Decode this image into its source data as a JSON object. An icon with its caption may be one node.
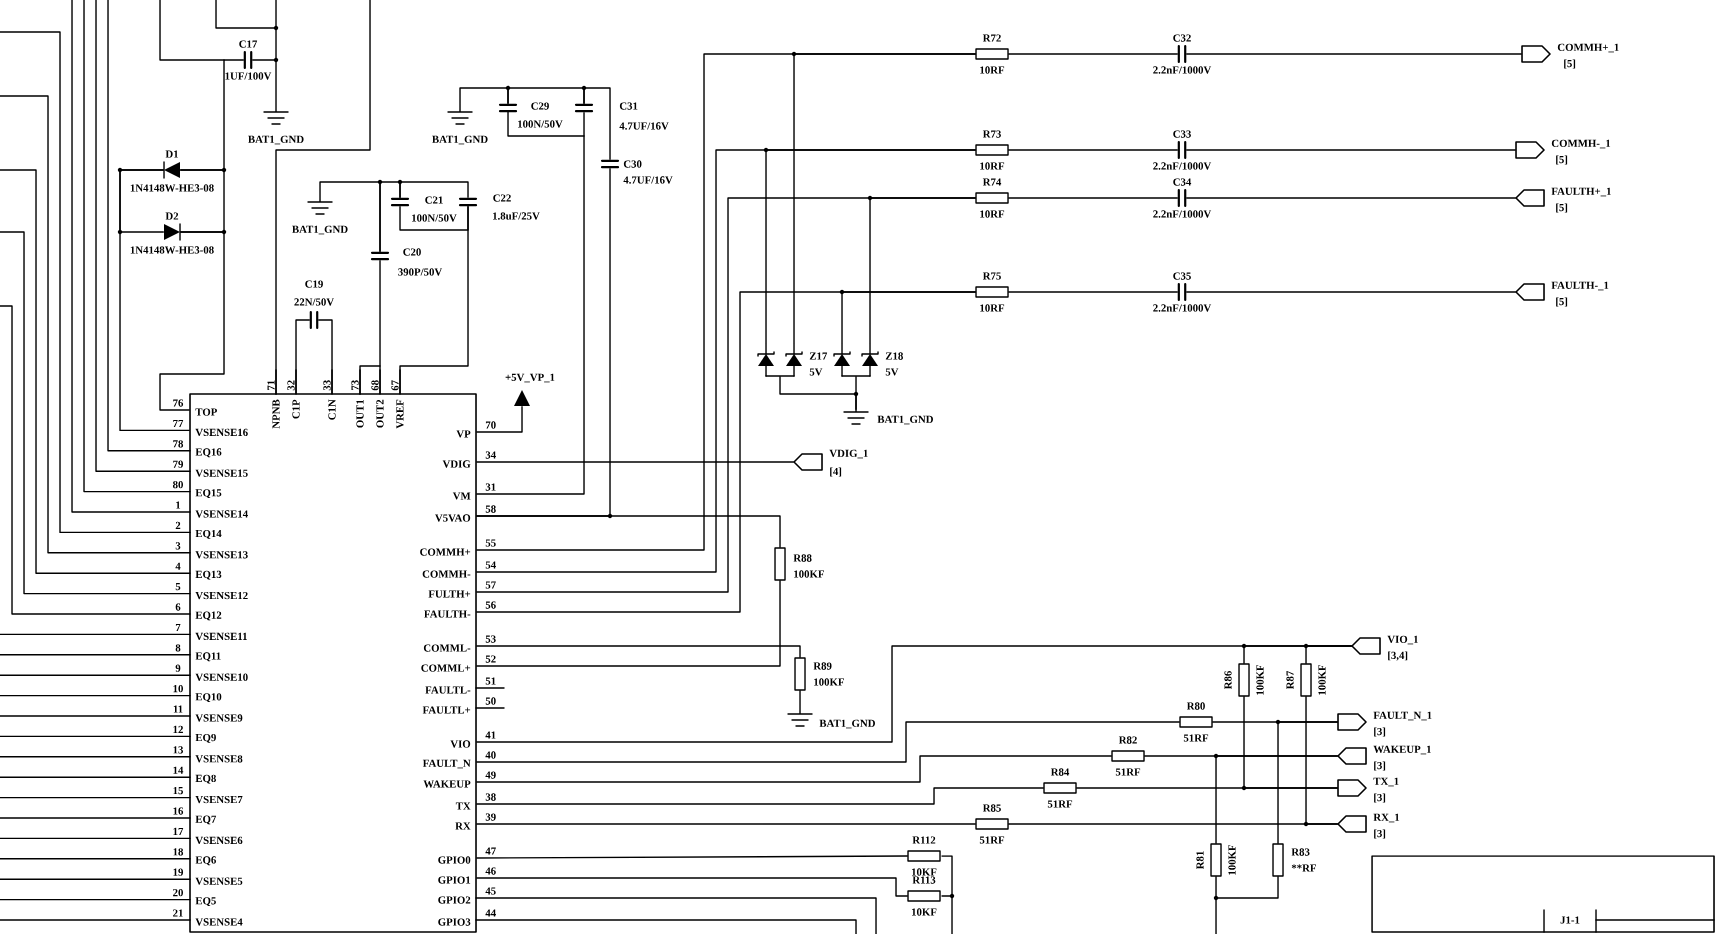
{
  "diagram": {
    "nodes": [
      {
        "text": [
          "TOP",
          "VSENSE16",
          "EQ16",
          "VSENSE15",
          "EQ15",
          "VSENSE14",
          "EQ14",
          "VSENSE13",
          "EQ13",
          "VSENSE12",
          "EQ12",
          "VSENSE11",
          "EQ11",
          "VSENSE10",
          "EQ10",
          "VSENSE9",
          "EQ9",
          "VSENSE8",
          "EQ8",
          "VSENSE7",
          "EQ7",
          "VSENSE6",
          "EQ6",
          "VSENSE5",
          "EQ5",
          "VSENSE4",
          "NPNB",
          "C1P",
          "C1N",
          "OUT1",
          "OUT2",
          "VREF",
          "VP",
          "VDIG",
          "VM",
          "V5VAO",
          "COMMH+",
          "COMMH-",
          "FULTH+",
          "FAULTH-",
          "COMML-",
          "COMML+",
          "FAULTL-",
          "FAULTL+",
          "VIO",
          "FAULT_N",
          "WAKEUP",
          "TX",
          "RX",
          "GPIO0",
          "GPIO1",
          "GPIO2",
          "GPIO3"
        ]
      },
      {
        "text": [
          "C17",
          "1UF/100V"
        ]
      },
      {
        "text": [
          "BAT1_GND"
        ]
      },
      {
        "text": [
          "D1",
          "1N4148W-HE3-08"
        ]
      },
      {
        "text": [
          "D2",
          "1N4148W-HE3-08"
        ]
      },
      {
        "text": [
          "BAT1_GND"
        ]
      },
      {
        "text": [
          "C21",
          "100N/50V"
        ]
      },
      {
        "text": [
          "C22",
          "1.8uF/25V"
        ]
      },
      {
        "text": [
          "C20",
          "390P/50V"
        ]
      },
      {
        "text": [
          "C19",
          "22N/50V"
        ]
      },
      {
        "text": [
          "C29",
          "100N/50V"
        ]
      },
      {
        "text": [
          "C31",
          "4.7UF/16V"
        ]
      },
      {
        "text": [
          "C30",
          "4.7UF/16V"
        ]
      },
      {
        "text": [
          "BAT1_GND"
        ]
      },
      {
        "text": [
          "+5V_VP_1"
        ]
      },
      {
        "text": [
          "R72",
          "10RF"
        ]
      },
      {
        "text": [
          "C32",
          "2.2nF/1000V"
        ]
      },
      {
        "text": [
          "COMMH+_1",
          "[5]"
        ]
      },
      {
        "text": [
          "R73",
          "10RF"
        ]
      },
      {
        "text": [
          "C33",
          "2.2nF/1000V"
        ]
      },
      {
        "text": [
          "COMMH-_1",
          "[5]"
        ]
      },
      {
        "text": [
          "R74",
          "10RF"
        ]
      },
      {
        "text": [
          "C34",
          "2.2nF/1000V"
        ]
      },
      {
        "text": [
          "FAULTH+_1",
          "[5]"
        ]
      },
      {
        "text": [
          "R75",
          "10RF"
        ]
      },
      {
        "text": [
          "C35",
          "2.2nF/1000V"
        ]
      },
      {
        "text": [
          "FAULTH-_1",
          "[5]"
        ]
      },
      {
        "text": [
          "Z17",
          "5V"
        ]
      },
      {
        "text": [
          "Z18",
          "5V"
        ]
      },
      {
        "text": [
          "BAT1_GND"
        ]
      },
      {
        "text": [
          "VDIG_1",
          "[4]"
        ]
      },
      {
        "text": [
          "R88",
          "100KF"
        ]
      },
      {
        "text": [
          "R89",
          "100KF"
        ]
      },
      {
        "text": [
          "BAT1_GND"
        ]
      },
      {
        "text": [
          "VIO_1",
          "[3,4]"
        ]
      },
      {
        "text": [
          "R86",
          "100KF"
        ]
      },
      {
        "text": [
          "R87",
          "100KF"
        ]
      },
      {
        "text": [
          "R80",
          "51RF"
        ]
      },
      {
        "text": [
          "FAULT_N_1",
          "[3]"
        ]
      },
      {
        "text": [
          "R82",
          "51RF"
        ]
      },
      {
        "text": [
          "WAKEUP_1",
          "[3]"
        ]
      },
      {
        "text": [
          "R84",
          "51RF"
        ]
      },
      {
        "text": [
          "TX_1",
          "[3]"
        ]
      },
      {
        "text": [
          "R85",
          "51RF"
        ]
      },
      {
        "text": [
          "RX_1",
          "[3]"
        ]
      },
      {
        "text": [
          "R81",
          "100KF"
        ]
      },
      {
        "text": [
          "R83",
          "**RF"
        ]
      },
      {
        "text": [
          "R112",
          "10KF"
        ]
      },
      {
        "text": [
          "R113",
          "10KF"
        ]
      },
      {
        "text": [
          "J1-1"
        ]
      }
    ],
    "edges": [
      {
        "from": 0,
        "to": 14,
        "arrow": "none"
      },
      {
        "from": 0,
        "to": 30,
        "arrow": "none"
      },
      {
        "from": 0,
        "to": 11,
        "arrow": "none"
      },
      {
        "from": 0,
        "to": 12,
        "arrow": "none"
      },
      {
        "from": 0,
        "to": 31,
        "arrow": "none"
      },
      {
        "from": 0,
        "to": 15,
        "arrow": "none"
      },
      {
        "from": 0,
        "to": 18,
        "arrow": "none"
      },
      {
        "from": 0,
        "to": 21,
        "arrow": "none"
      },
      {
        "from": 0,
        "to": 24,
        "arrow": "none"
      },
      {
        "from": 15,
        "to": 16,
        "arrow": "none"
      },
      {
        "from": 16,
        "to": 17,
        "arrow": "none"
      },
      {
        "from": 18,
        "to": 19,
        "arrow": "none"
      },
      {
        "from": 19,
        "to": 20,
        "arrow": "none"
      },
      {
        "from": 21,
        "to": 22,
        "arrow": "none"
      },
      {
        "from": 22,
        "to": 23,
        "arrow": "none"
      },
      {
        "from": 24,
        "to": 25,
        "arrow": "none"
      },
      {
        "from": 25,
        "to": 26,
        "arrow": "none"
      },
      {
        "from": 27,
        "to": 18,
        "arrow": "none"
      },
      {
        "from": 27,
        "to": 15,
        "arrow": "none"
      },
      {
        "from": 28,
        "to": 24,
        "arrow": "none"
      },
      {
        "from": 28,
        "to": 21,
        "arrow": "none"
      },
      {
        "from": 27,
        "to": 29,
        "arrow": "none"
      },
      {
        "from": 28,
        "to": 29,
        "arrow": "none"
      },
      {
        "from": 0,
        "to": 32,
        "arrow": "none"
      },
      {
        "from": 0,
        "to": 31,
        "arrow": "none"
      },
      {
        "from": 32,
        "to": 33,
        "arrow": "none"
      },
      {
        "from": 0,
        "to": 34,
        "arrow": "none"
      },
      {
        "from": 35,
        "to": 34,
        "arrow": "none"
      },
      {
        "from": 36,
        "to": 34,
        "arrow": "none"
      },
      {
        "from": 0,
        "to": 37,
        "arrow": "none"
      },
      {
        "from": 37,
        "to": 38,
        "arrow": "none"
      },
      {
        "from": 0,
        "to": 39,
        "arrow": "none"
      },
      {
        "from": 39,
        "to": 40,
        "arrow": "none"
      },
      {
        "from": 0,
        "to": 41,
        "arrow": "none"
      },
      {
        "from": 41,
        "to": 42,
        "arrow": "none"
      },
      {
        "from": 0,
        "to": 43,
        "arrow": "none"
      },
      {
        "from": 43,
        "to": 44,
        "arrow": "none"
      },
      {
        "from": 35,
        "to": 42,
        "arrow": "none"
      },
      {
        "from": 36,
        "to": 44,
        "arrow": "none"
      },
      {
        "from": 45,
        "to": 40,
        "arrow": "none"
      },
      {
        "from": 46,
        "to": 38,
        "arrow": "none"
      },
      {
        "from": 45,
        "to": 46,
        "arrow": "none"
      },
      {
        "from": 0,
        "to": 47,
        "arrow": "none"
      },
      {
        "from": 0,
        "to": 48,
        "arrow": "none"
      },
      {
        "from": 13,
        "to": 10,
        "arrow": "none"
      },
      {
        "from": 10,
        "to": 11,
        "arrow": "none"
      },
      {
        "from": 11,
        "to": 12,
        "arrow": "none"
      },
      {
        "from": 5,
        "to": 8,
        "arrow": "none"
      },
      {
        "from": 8,
        "to": 6,
        "arrow": "none"
      },
      {
        "from": 6,
        "to": 7,
        "arrow": "none"
      },
      {
        "from": 6,
        "to": 7,
        "arrow": "none"
      },
      {
        "from": 7,
        "to": 0,
        "arrow": "none"
      },
      {
        "from": 8,
        "to": 0,
        "arrow": "none"
      },
      {
        "from": 9,
        "to": 0,
        "arrow": "none"
      },
      {
        "from": 9,
        "to": 0,
        "arrow": "none"
      },
      {
        "from": 1,
        "to": 2,
        "arrow": "none"
      },
      {
        "from": 3,
        "to": 4,
        "arrow": "none"
      },
      {
        "from": 3,
        "to": 4,
        "arrow": "none"
      },
      {
        "from": 0,
        "to": 4,
        "arrow": "none"
      },
      {
        "from": 3,
        "to": 1,
        "arrow": "none"
      },
      {
        "from": 0,
        "to": 3,
        "arrow": "none"
      }
    ],
    "labels": [
      "76",
      "77",
      "78",
      "79",
      "80",
      "1",
      "2",
      "3",
      "4",
      "5",
      "6",
      "7",
      "8",
      "9",
      "10",
      "11",
      "12",
      "13",
      "14",
      "15",
      "16",
      "17",
      "18",
      "19",
      "20",
      "21",
      "71",
      "32",
      "33",
      "73",
      "68",
      "67",
      "70",
      "34",
      "31",
      "58",
      "55",
      "54",
      "57",
      "56",
      "53",
      "52",
      "51",
      "50",
      "41",
      "40",
      "49",
      "38",
      "39",
      "47",
      "46",
      "45",
      "44"
    ]
  }
}
